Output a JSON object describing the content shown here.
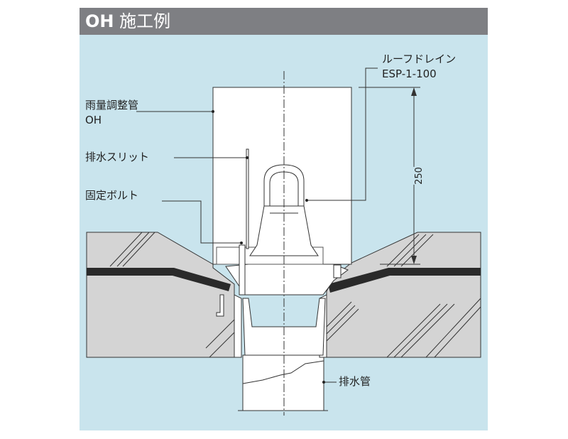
{
  "header": {
    "title_code": "OH",
    "title_text": "施工例"
  },
  "labels": {
    "rain_regulator_pipe": "雨量調整管",
    "rain_regulator_code": "OH",
    "drain_slit": "排水スリット",
    "fixing_bolt": "固定ボルト",
    "roof_drain": "ルーフドレイン",
    "roof_drain_model": "ESP-1-100",
    "drain_pipe": "排水管",
    "dimension": "250"
  },
  "colors": {
    "header": "#7e7f83",
    "background": "#c9e4ed",
    "concrete": "#d4d4d4",
    "membrane": "#2a2a2a"
  }
}
